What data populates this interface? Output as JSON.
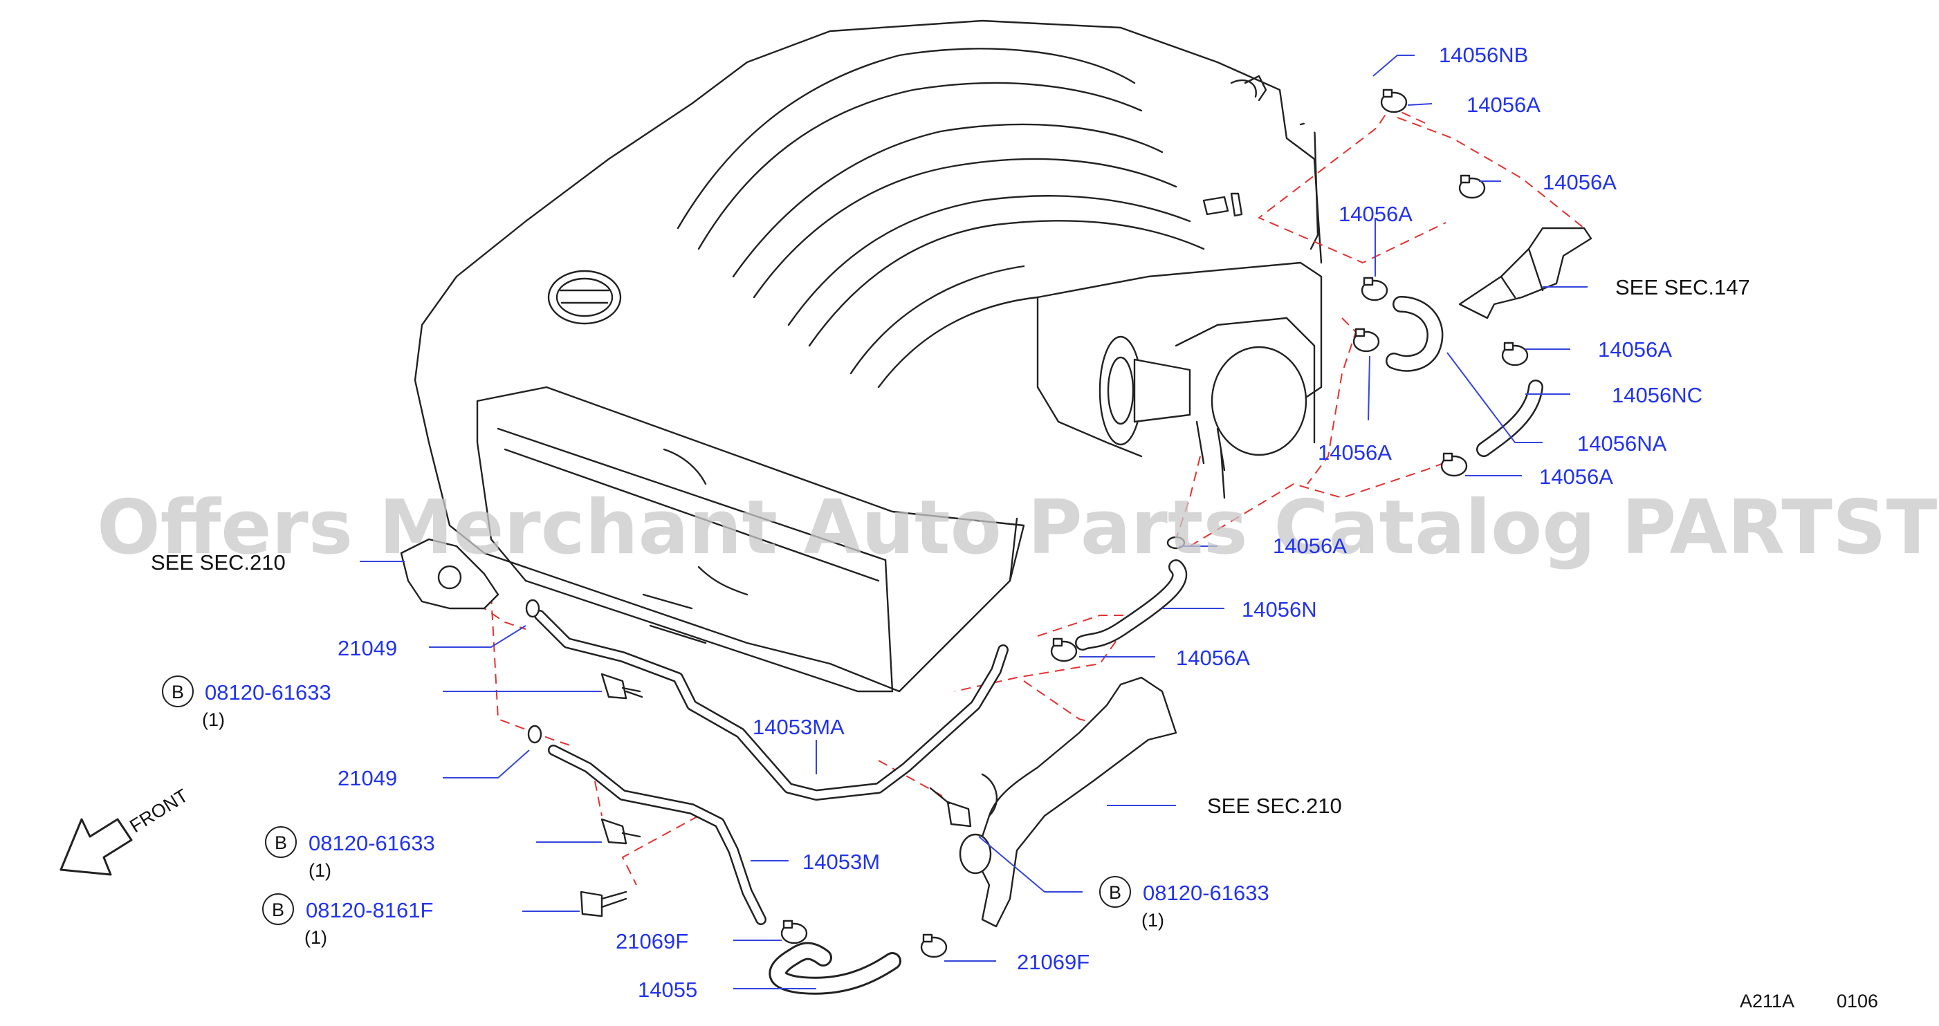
{
  "diagram": {
    "watermark": "Offers Merchant Auto Parts Catalog PARTSTORE.SA",
    "code": "A211A",
    "date_code": "0106",
    "front_label": "FRONT",
    "bolt_symbol": "B",
    "labels": {
      "p14056NB": "14056NB",
      "p14056A_1": "14056A",
      "p14056A_2": "14056A",
      "p14056A_3": "14056A",
      "see_sec147": "SEE   SEC.147",
      "p14056A_4": "14056A",
      "p14056NC": "14056NC",
      "p14056A_5": "14056A",
      "p14056NA": "14056NA",
      "p14056A_6": "14056A",
      "p14056A_7": "14056A",
      "p14056N": "14056N",
      "p14056A_8": "14056A",
      "see_sec210_top": "SEE   SEC.210",
      "p21049_1": "21049",
      "bolt1": "08120-61633",
      "bolt1_qty": "(1)",
      "p14053MA": "14053MA",
      "p21049_2": "21049",
      "see_sec210_right": "SEE   SEC.210",
      "bolt2": "08120-61633",
      "bolt2_qty": "(1)",
      "p14053M": "14053M",
      "bolt3": "08120-61633",
      "bolt3_qty": "(1)",
      "bolt4": "08120-8161F",
      "bolt4_qty": "(1)",
      "p21069F_1": "21069F",
      "p21069F_2": "21069F",
      "p14055": "14055"
    }
  }
}
